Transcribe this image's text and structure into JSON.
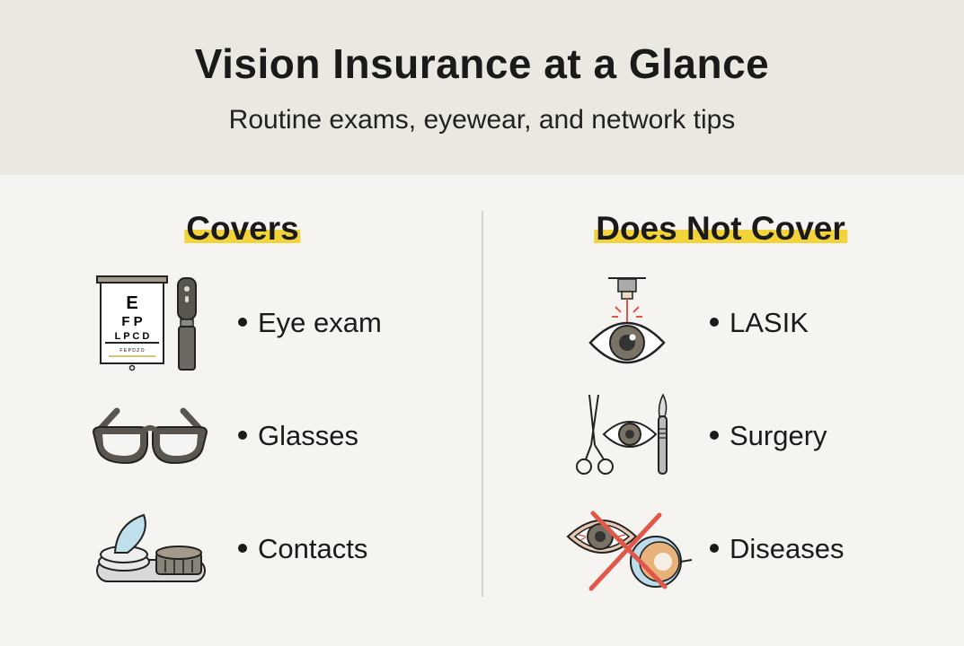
{
  "header": {
    "title": "Vision Insurance at a Glance",
    "subtitle": "Routine exams, eyewear, and network tips"
  },
  "covers": {
    "heading": "Covers",
    "items": [
      {
        "label": "Eye exam",
        "icon": "eye-chart-ophthalmoscope-icon"
      },
      {
        "label": "Glasses",
        "icon": "glasses-icon"
      },
      {
        "label": "Contacts",
        "icon": "contact-lens-case-icon"
      }
    ],
    "eye_chart_rows": [
      "E",
      "F P",
      "L P C D",
      "F E P D Z O"
    ]
  },
  "not_covered": {
    "heading": "Does Not Cover",
    "items": [
      {
        "label": "LASIK",
        "icon": "laser-eye-icon"
      },
      {
        "label": "Surgery",
        "icon": "surgery-tools-eye-icon"
      },
      {
        "label": "Diseases",
        "icon": "eye-disease-crossed-icon"
      }
    ]
  },
  "colors": {
    "header_bg": "#ebe8e2",
    "body_bg": "#f5f4f0",
    "highlight": "#f2d43a",
    "red_accent": "#e0584a",
    "icon_gray": "#5a554f"
  }
}
